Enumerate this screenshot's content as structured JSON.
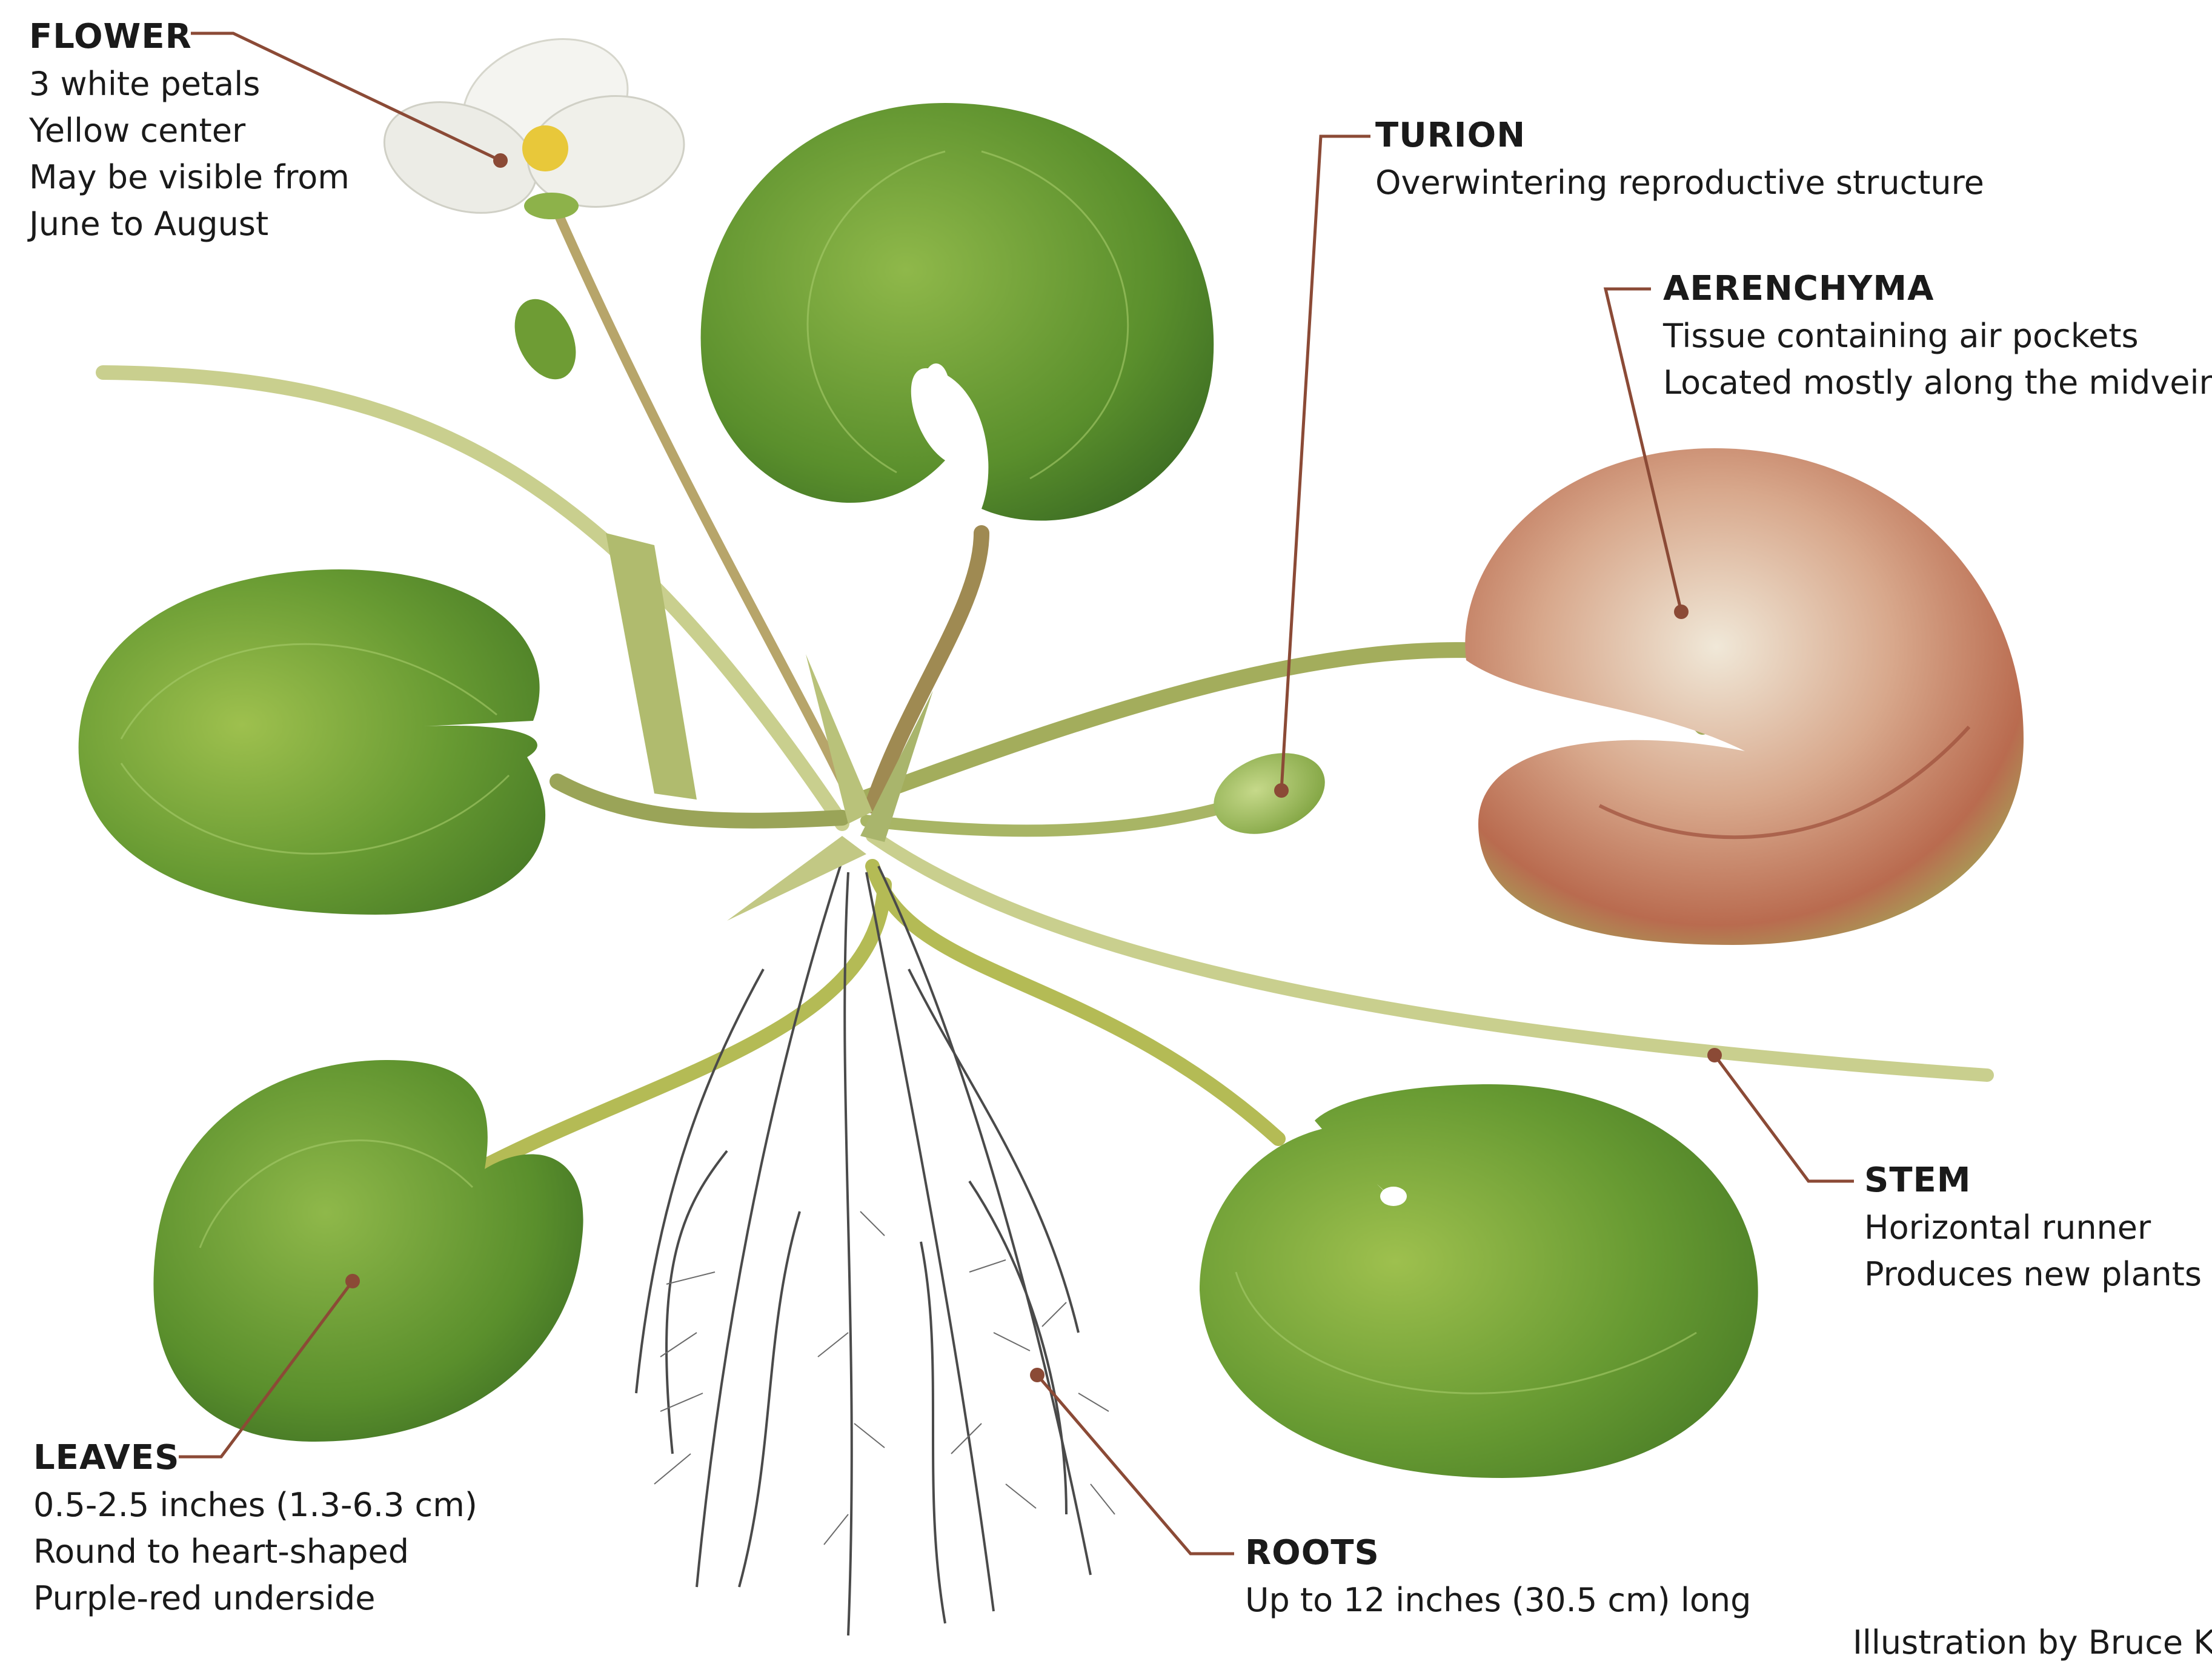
{
  "labels": {
    "flower": {
      "title": "FLOWER",
      "lines": [
        "3 white petals",
        "Yellow center",
        "May be visible from",
        "June to August"
      ]
    },
    "turion": {
      "title": "TURION",
      "lines": [
        "Overwintering reproductive structure"
      ]
    },
    "aerenchyma": {
      "title": "AERENCHYMA",
      "lines": [
        "Tissue containing air pockets",
        "Located mostly along the midvein"
      ]
    },
    "stem": {
      "title": "STEM",
      "lines": [
        "Horizontal runner",
        "Produces new plants"
      ]
    },
    "leaves": {
      "title": "LEAVES",
      "lines": [
        "0.5-2.5 inches (1.3-6.3 cm)",
        "Round to heart-shaped",
        "Purple-red underside"
      ]
    },
    "roots": {
      "title": "ROOTS",
      "lines": [
        "Up to 12 inches (30.5 cm) long"
      ]
    }
  },
  "credit": "Illustration by Bruce Ke",
  "colors": {
    "leader_line": "#8b4a36",
    "leaf_green": "#5a8f2c",
    "leaf_light": "#8fb84a",
    "stem": "#b9c27a",
    "root": "#4a4a4a",
    "flower_petal": "#f4f4f0",
    "flower_center": "#e8c83a",
    "aerenchyma_tint": "#c77a5e"
  }
}
